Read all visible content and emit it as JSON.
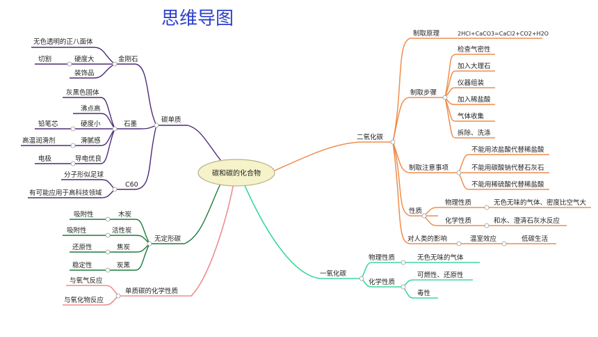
{
  "title": "思维导图",
  "center": "碳和碳的化合物",
  "colors": {
    "purple": "#4b2a74",
    "green": "#1b7a3a",
    "pink": "#ec8d8d",
    "orange": "#ef8c4c",
    "teal": "#3ed79b",
    "center_fill": "#f6f2c9"
  },
  "left": {
    "tanDanZhi": {
      "label": "碳单质",
      "jinGangShi": {
        "label": "金刚石",
        "items": [
          "无色透明的正八面体",
          "硬度大",
          "装饰品"
        ],
        "sub": "切割"
      },
      "shiMo": {
        "label": "石墨",
        "items": [
          "灰黑色固体",
          "沸点高",
          "硬度小",
          "滑腻感",
          "导电优良"
        ],
        "subs": [
          "铅笔芯",
          "高温润滑剂",
          "电极"
        ]
      },
      "c60": {
        "label": "C60",
        "items": [
          "分子形似足球",
          "有可能应用于高科技领域"
        ]
      }
    },
    "wuDingXing": {
      "label": "无定形碳",
      "children": [
        {
          "label": "木炭",
          "prop": "吸附性"
        },
        {
          "label": "活性炭",
          "prop": "吸附性"
        },
        {
          "label": "焦炭",
          "prop": "还原性"
        },
        {
          "label": "炭黑",
          "prop": "稳定性"
        }
      ]
    },
    "huaXue": {
      "label": "单质碳的化学性质",
      "items": [
        "与氧气反应",
        "与氧化物反应"
      ]
    }
  },
  "right": {
    "co2": {
      "label": "二氧化碳",
      "yuanLi": {
        "label": "制取原理",
        "equation": "2HCl+CaCO3=CaCl2+CO2+H2O"
      },
      "buZhou": {
        "label": "制取步骤",
        "items": [
          "检查气密性",
          "加入大理石",
          "仪器组装",
          "加入稀盐酸",
          "气体收集",
          "拆除、洗涤"
        ]
      },
      "zhuYi": {
        "label": "制取注意事项",
        "items": [
          "不能用浓盐酸代替稀盐酸",
          "不能用碳酸钠代替石灰石",
          "不能用稀硫酸代替稀盐酸"
        ]
      },
      "xingZhi": {
        "label": "性质",
        "wuLi": {
          "label": "物理性质",
          "value": "无色无味的气体、密度比空气大"
        },
        "huaXue": {
          "label": "化学性质",
          "value": "和水、澄清石灰水反应"
        }
      },
      "yingXiang": {
        "label": "对人类的影响",
        "items": [
          "温室效应",
          "低碳生活"
        ]
      }
    },
    "co": {
      "label": "一氧化碳",
      "wuLi": {
        "label": "物理性质",
        "value": "无色无味的气体"
      },
      "huaXue": {
        "label": "化学性质",
        "items": [
          "可燃性、还原性",
          "毒性"
        ]
      }
    }
  }
}
